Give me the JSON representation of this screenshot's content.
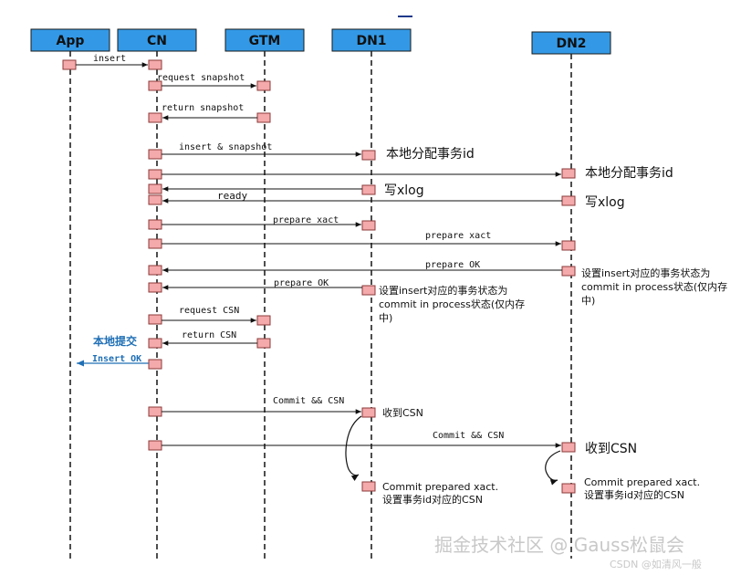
{
  "participants": [
    {
      "id": "app",
      "label": "App"
    },
    {
      "id": "cn",
      "label": "CN"
    },
    {
      "id": "gtm",
      "label": "GTM"
    },
    {
      "id": "dn1",
      "label": "DN1"
    },
    {
      "id": "dn2",
      "label": "DN2"
    }
  ],
  "messages": [
    {
      "from": "app",
      "to": "cn",
      "label": "insert"
    },
    {
      "from": "cn",
      "to": "gtm",
      "label": "request snapshot"
    },
    {
      "from": "gtm",
      "to": "cn",
      "label": "return snapshot"
    },
    {
      "from": "cn",
      "to": "dn1",
      "label": "insert & snapshot"
    },
    {
      "from": "cn",
      "to": "dn2",
      "label": ""
    },
    {
      "from": "dn1",
      "to": "cn",
      "label": ""
    },
    {
      "from": "dn2",
      "to": "cn",
      "label": "ready"
    },
    {
      "from": "cn",
      "to": "dn1",
      "label": "prepare xact"
    },
    {
      "from": "cn",
      "to": "dn2",
      "label": "prepare xact"
    },
    {
      "from": "dn2",
      "to": "cn",
      "label": "prepare OK"
    },
    {
      "from": "dn1",
      "to": "cn",
      "label": "prepare OK"
    },
    {
      "from": "cn",
      "to": "gtm",
      "label": "request CSN"
    },
    {
      "from": "gtm",
      "to": "cn",
      "label": "return CSN"
    },
    {
      "from": "cn",
      "to": "app",
      "label": "Insert OK"
    },
    {
      "from": "cn",
      "to": "dn1",
      "label": "Commit && CSN"
    },
    {
      "from": "cn",
      "to": "dn2",
      "label": "Commit && CSN"
    }
  ],
  "notes": {
    "dn1_alloc": "本地分配事务id",
    "dn2_alloc": "本地分配事务id",
    "dn1_xlog": "写xlog",
    "dn2_xlog": "写xlog",
    "dn2_state": [
      "设置insert对应的事务状态为",
      "commit in process状态(仅内存",
      "中)"
    ],
    "dn1_state": [
      "设置insert对应的事务状态为",
      "commit in process状态(仅内存",
      "中)"
    ],
    "local_commit": "本地提交",
    "dn1_recv_csn": "收到CSN",
    "dn2_recv_csn": "收到CSN",
    "dn1_commit_prepared": [
      "Commit prepared xact.",
      "设置事务id对应的CSN"
    ],
    "dn2_commit_prepared": [
      "Commit prepared xact.",
      "设置事务id对应的CSN"
    ]
  },
  "watermark": {
    "main": "掘金技术社区 @ Gauss松鼠会",
    "sub": "CSDN @如清风一般"
  }
}
